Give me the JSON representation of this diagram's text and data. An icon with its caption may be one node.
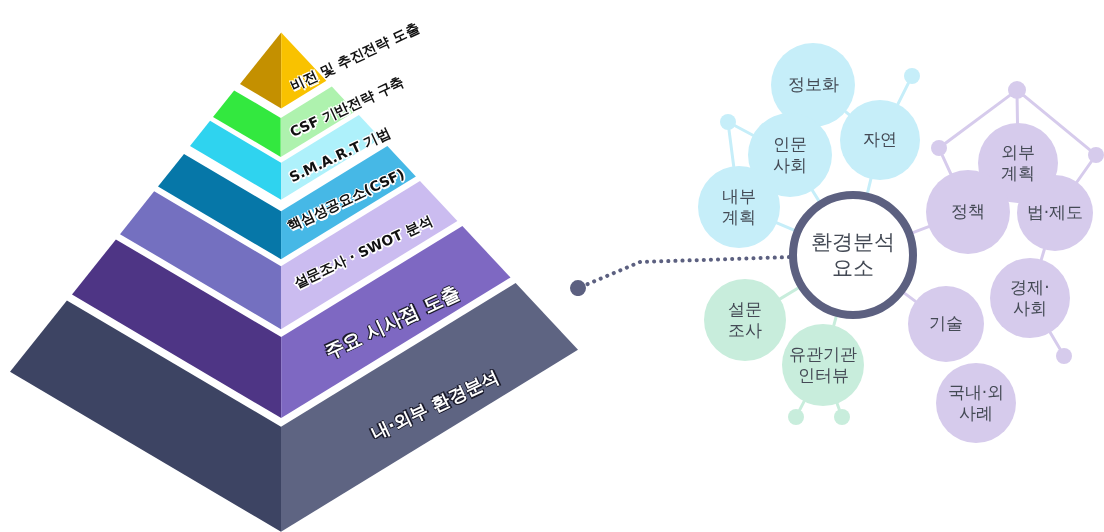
{
  "diagram": {
    "nodes": [
      {
        "text": [
          "비전 및 추진전략 도출"
        ]
      },
      {
        "text": [
          "CSF 기반전략 구축"
        ]
      },
      {
        "text": [
          "S.M.A.R.T 기법"
        ]
      },
      {
        "text": [
          "핵심성공요소(CSF)"
        ]
      },
      {
        "text": [
          "설문조사 · SWOT 분석"
        ]
      },
      {
        "text": [
          "주요 시사점 도출"
        ]
      },
      {
        "text": [
          "내·외부 환경분석"
        ]
      },
      {
        "text": [
          "정보화"
        ]
      },
      {
        "text": [],
        "shape": "circle"
      },
      {
        "text": [],
        "shape": "circle"
      },
      {
        "text": [
          "인문 사회"
        ]
      },
      {
        "text": [
          "자연"
        ]
      },
      {
        "text": [],
        "shape": "circle"
      },
      {
        "text": [],
        "shape": "circle"
      },
      {
        "text": [],
        "shape": "circle"
      },
      {
        "text": [
          "외부 계획"
        ]
      },
      {
        "text": [
          "내부 계획"
        ]
      },
      {
        "text": [
          "정책"
        ]
      },
      {
        "text": [
          "법·제도"
        ]
      },
      {
        "text": [
          "환경분석 요소"
        ]
      },
      {
        "text": [
          "경제· 사회"
        ]
      },
      {
        "text": [
          "설문 조사"
        ]
      },
      {
        "text": [
          "기술"
        ]
      },
      {
        "text": [],
        "shape": "circle"
      },
      {
        "text": [
          "유관기관 인터뷰"
        ]
      },
      {
        "text": [
          "국내·외 사례"
        ]
      },
      {
        "text": [],
        "shape": "circle"
      },
      {
        "text": [],
        "shape": "circle"
      }
    ],
    "edges": [
      {
        "from": 19,
        "to": 6,
        "arrow": "other",
        "style": "dashed",
        "color": "#5c6080"
      },
      {
        "from": 7,
        "to": 11,
        "arrow": "none",
        "color": "#c6eef9"
      },
      {
        "from": 11,
        "to": 8,
        "arrow": "none",
        "color": "#c6eef9"
      },
      {
        "from": 10,
        "to": 9,
        "arrow": "none",
        "color": "#c6eef9"
      },
      {
        "from": 16,
        "to": 9,
        "arrow": "none",
        "color": "#c6eef9"
      },
      {
        "from": 19,
        "to": 10,
        "arrow": "none",
        "color": "#c6eef9"
      },
      {
        "from": 19,
        "to": 11,
        "arrow": "none",
        "color": "#c6eef9"
      },
      {
        "from": 19,
        "to": 16,
        "arrow": "none",
        "color": "#c6eef9"
      },
      {
        "from": 19,
        "to": 21,
        "arrow": "none",
        "color": "#c8eddc"
      },
      {
        "from": 19,
        "to": 24,
        "arrow": "none",
        "color": "#c8eddc"
      },
      {
        "from": 24,
        "to": 26,
        "arrow": "none",
        "color": "#c8eddc"
      },
      {
        "from": 24,
        "to": 27,
        "arrow": "none",
        "color": "#c8eddc"
      },
      {
        "from": 12,
        "to": 13,
        "arrow": "none",
        "color": "#d6cbec"
      },
      {
        "from": 12,
        "to": 14,
        "arrow": "none",
        "color": "#d6cbec"
      },
      {
        "from": 12,
        "to": 15,
        "arrow": "none",
        "color": "#d6cbec"
      },
      {
        "from": 13,
        "to": 17,
        "arrow": "none",
        "color": "#d6cbec"
      },
      {
        "from": 14,
        "to": 18,
        "arrow": "none",
        "color": "#d6cbec"
      },
      {
        "from": 19,
        "to": 17,
        "arrow": "none",
        "color": "#d6cbec"
      },
      {
        "from": 19,
        "to": 22,
        "arrow": "none",
        "color": "#d6cbec"
      },
      {
        "from": 20,
        "to": 23,
        "arrow": "none",
        "color": "#d6cbec"
      },
      {
        "from": 18,
        "to": 20,
        "arrow": "none",
        "color": "#d6cbec"
      }
    ]
  }
}
